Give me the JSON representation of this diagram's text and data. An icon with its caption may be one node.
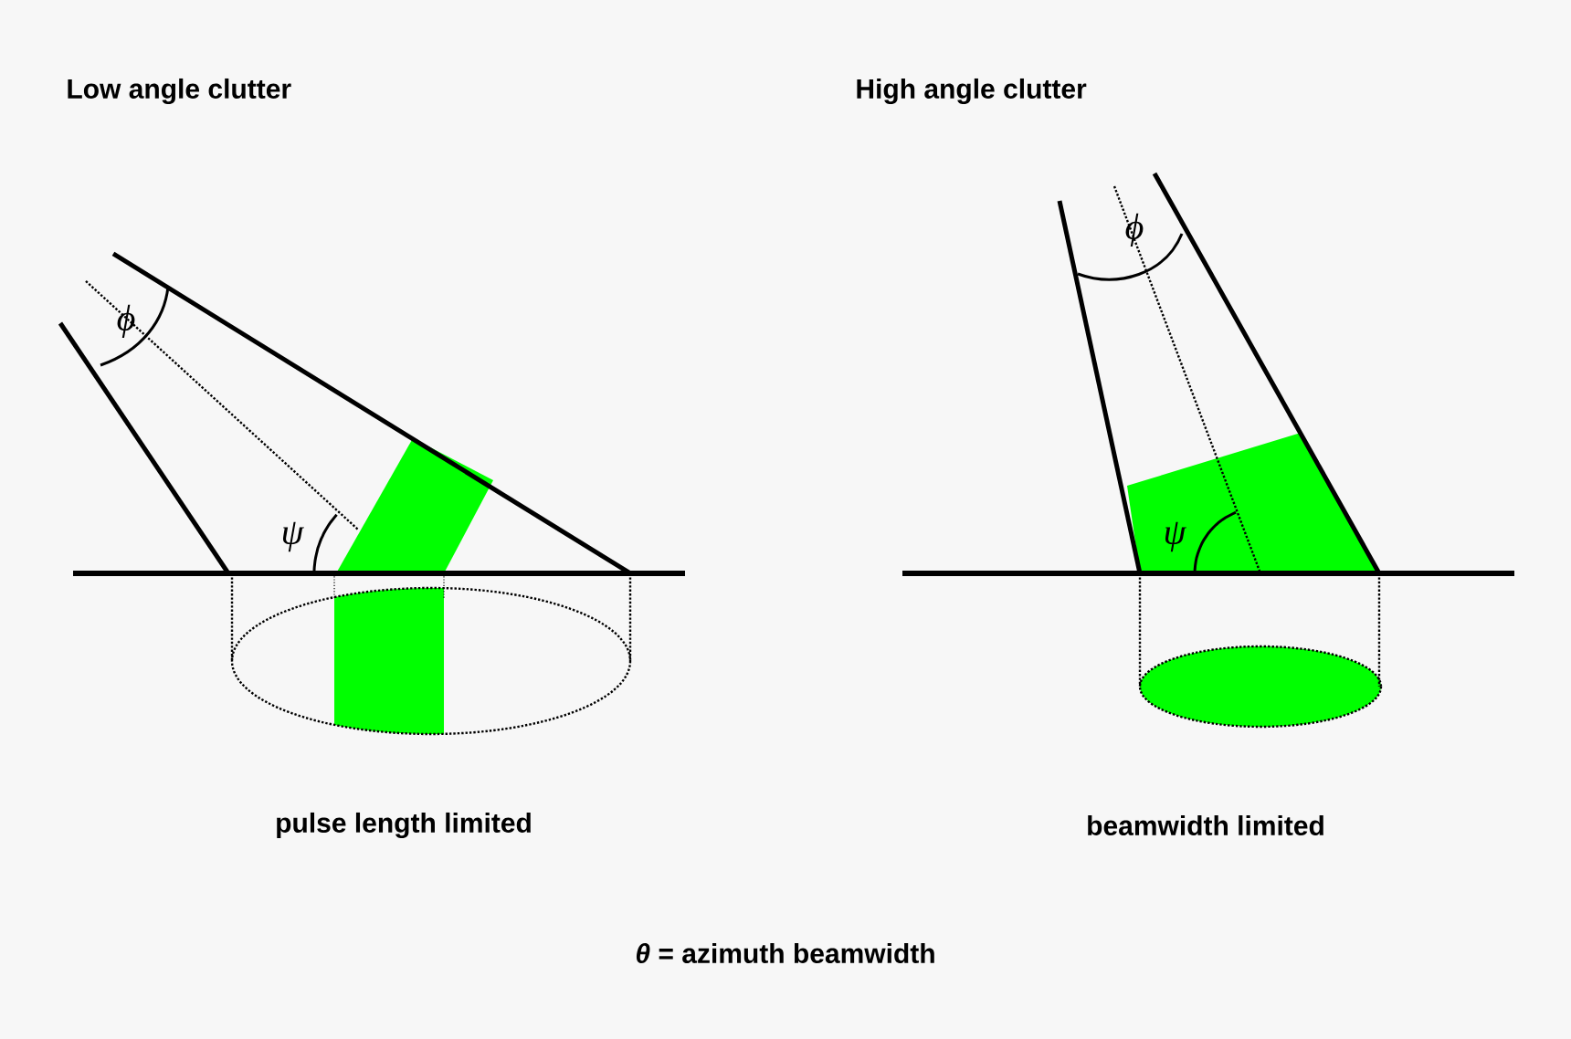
{
  "diagram": {
    "labels": [
      "Low angle clutter",
      "High angle clutter",
      "ϕ",
      "ϕ",
      "ψ",
      "ψ",
      "pulse length limited",
      "beamwidth limited",
      "*θ* = azimuth beamwidth"
    ]
  }
}
